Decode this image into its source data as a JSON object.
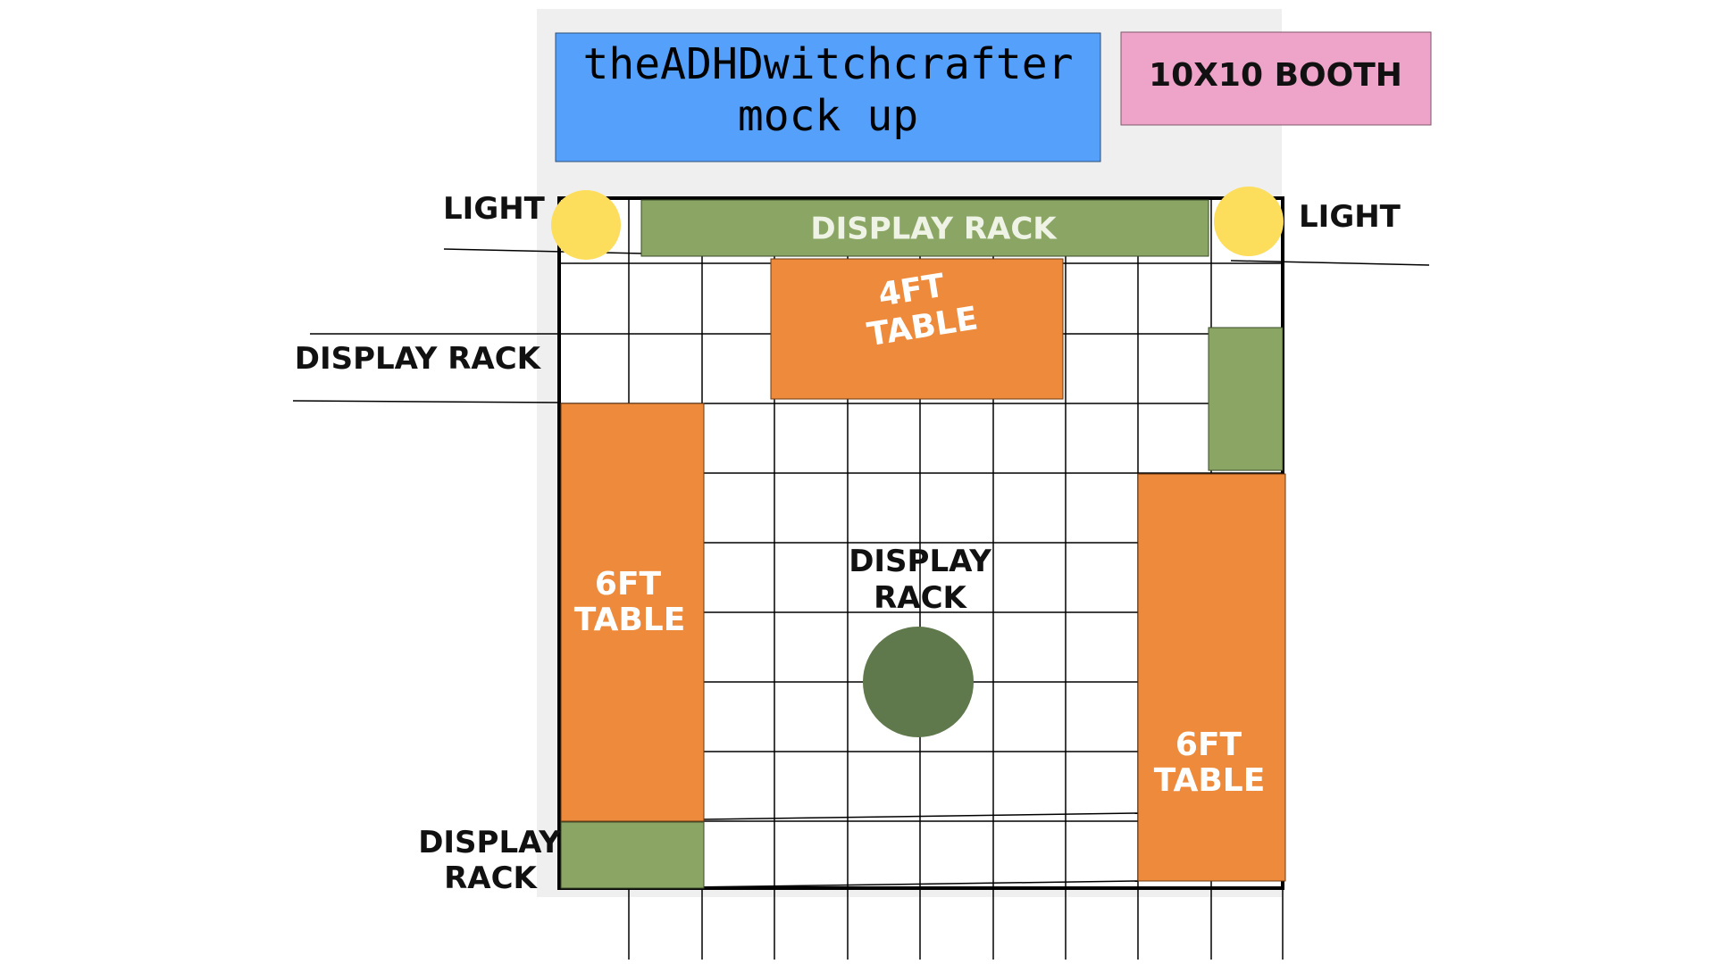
{
  "title": {
    "line1": "theADHDwitchcrafter",
    "line2": "mock up"
  },
  "booth_size": "10X10 BOOTH",
  "items": {
    "light_left": "LIGHT",
    "light_right": "LIGHT",
    "display_rack_top": "DISPLAY RACK",
    "table_4ft_line1": "4FT",
    "table_4ft_line2": "TABLE",
    "display_rack_left": "DISPLAY RACK",
    "table_6ft_left_line1": "6FT",
    "table_6ft_left_line2": "TABLE",
    "display_rack_center_line1": "DISPLAY",
    "display_rack_center_line2": "RACK",
    "table_6ft_right_line1": "6FT",
    "table_6ft_right_line2": "TABLE",
    "display_rack_bottom_line1": "DISPLAY",
    "display_rack_bottom_line2": "RACK"
  },
  "colors": {
    "title_box": "#55a0fa",
    "booth_box": "#eea3c8",
    "display_rack": "#8ba664",
    "table": "#ee8a3c",
    "light": "#fddd5c",
    "center_rack": "#5f784c",
    "background_panel": "#efefef",
    "table_text": "#ffffff",
    "rack_text": "#eef3e6"
  }
}
